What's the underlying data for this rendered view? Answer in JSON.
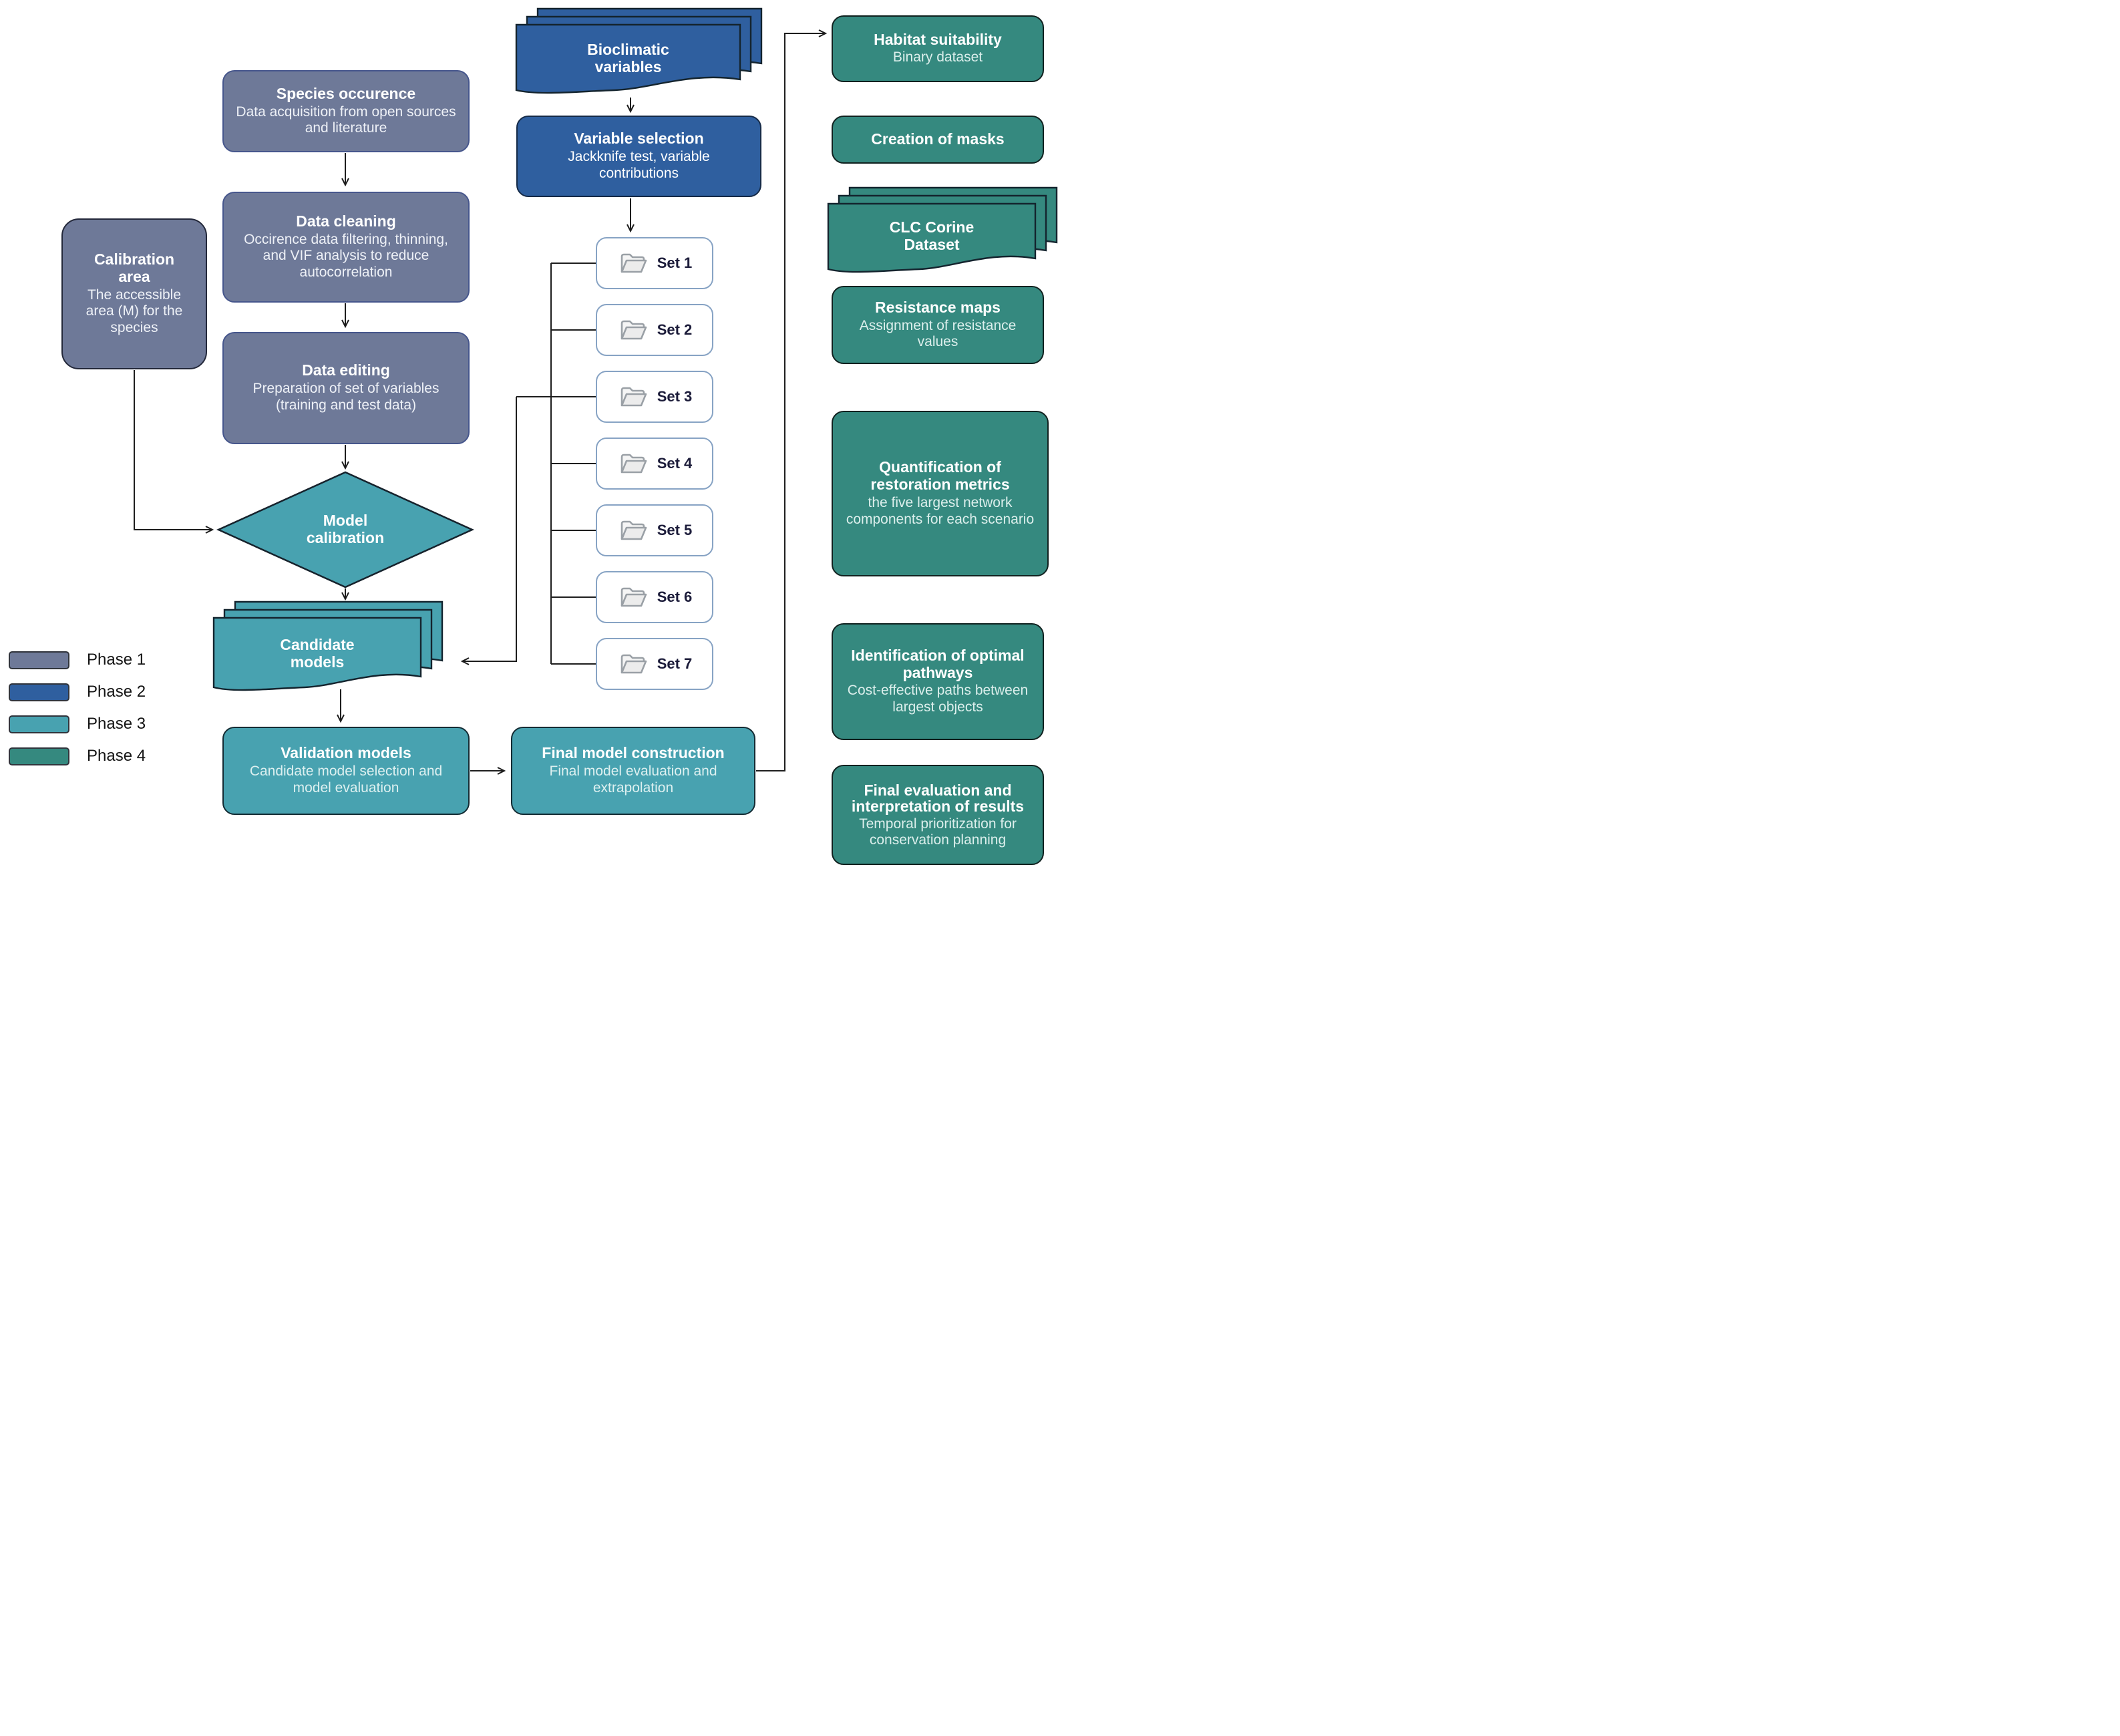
{
  "colors": {
    "phase1": "#6e7998",
    "phase2": "#2f5f9f",
    "phase3": "#48a2b0",
    "phase4": "#35897f"
  },
  "legend": {
    "items": [
      "Phase 1",
      "Phase 2",
      "Phase 3",
      "Phase 4"
    ]
  },
  "nodes": {
    "species_occurrence": {
      "title": "Species occurence",
      "subtitle": "Data acquisition from open sources and literature"
    },
    "data_cleaning": {
      "title": "Data cleaning",
      "subtitle": "Occirence data filtering, thinning, and VIF analysis to reduce autocorrelation"
    },
    "data_editing": {
      "title": "Data editing",
      "subtitle": "Preparation of set of variables (training and test data)"
    },
    "calibration_area": {
      "title": "Calibration area",
      "subtitle": "The accessible area (M) for the species"
    },
    "model_calibration": {
      "title": "Model calibration"
    },
    "candidate_models": {
      "title": "Candidate models"
    },
    "validation_models": {
      "title": "Validation models",
      "subtitle": "Candidate model selection and model evaluation"
    },
    "bioclimatic_variables": {
      "title": "Bioclimatic variables"
    },
    "variable_selection": {
      "title": "Variable selection",
      "subtitle": "Jackknife test, variable contributions"
    },
    "final_model_construction": {
      "title": "Final model construction",
      "subtitle": "Final model evaluation and extrapolation"
    },
    "habitat_suitability": {
      "title": "Habitat suitability",
      "subtitle": "Binary dataset"
    },
    "creation_of_masks": {
      "title": "Creation of masks"
    },
    "clc_corine_dataset": {
      "title": "CLC Corine Dataset"
    },
    "resistance_maps": {
      "title": "Resistance maps",
      "subtitle": "Assignment of resistance values"
    },
    "quantification_restoration_metrics": {
      "title": "Quantification of restoration metrics",
      "subtitle": "the five largest network components for  each scenario"
    },
    "identification_optimal_pathways": {
      "title": "Identification of optimal pathways",
      "subtitle": "Cost-effective paths between largest objects"
    },
    "final_evaluation": {
      "title": "Final evaluation and interpretation of results",
      "subtitle": "Temporal prioritization for conservation planning"
    }
  },
  "sets": [
    "Set 1",
    "Set 2",
    "Set 3",
    "Set 4",
    "Set 5",
    "Set 6",
    "Set 7"
  ]
}
